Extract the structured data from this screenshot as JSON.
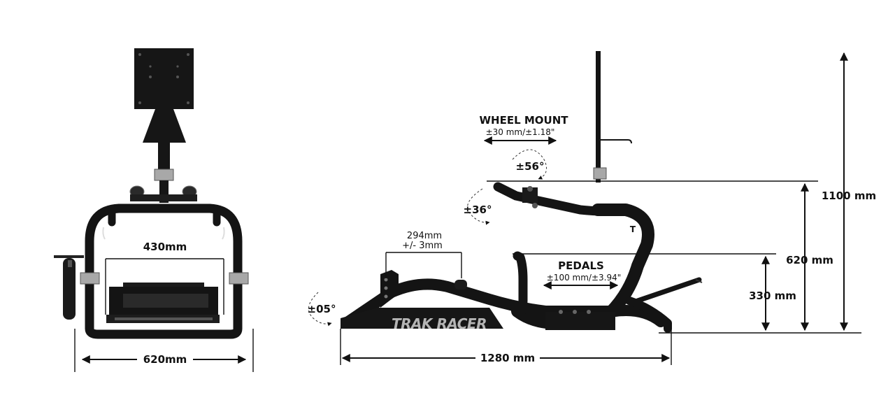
{
  "front_view": {
    "width_label": "620mm",
    "pedal_width_label": "430mm"
  },
  "side_view": {
    "wheel_mount": {
      "title": "WHEEL MOUNT",
      "range": "±30 mm/±1.18\"",
      "angle": "±56°"
    },
    "wheel_base_angle": "±36°",
    "pedals": {
      "title": "PEDALS",
      "range": "±100 mm/±3.94\""
    },
    "seat_rail": {
      "length": "294mm",
      "tolerance": "+/- 3mm"
    },
    "seat_angle": "±05°",
    "brand": "TRAK RACER",
    "length_label": "1280 mm",
    "height_total": "1100 mm",
    "height_wheel": "620 mm",
    "height_pedals": "330 mm"
  },
  "colors": {
    "frame": "#141414",
    "accent": "#9a9a9a",
    "background": "#ffffff"
  }
}
